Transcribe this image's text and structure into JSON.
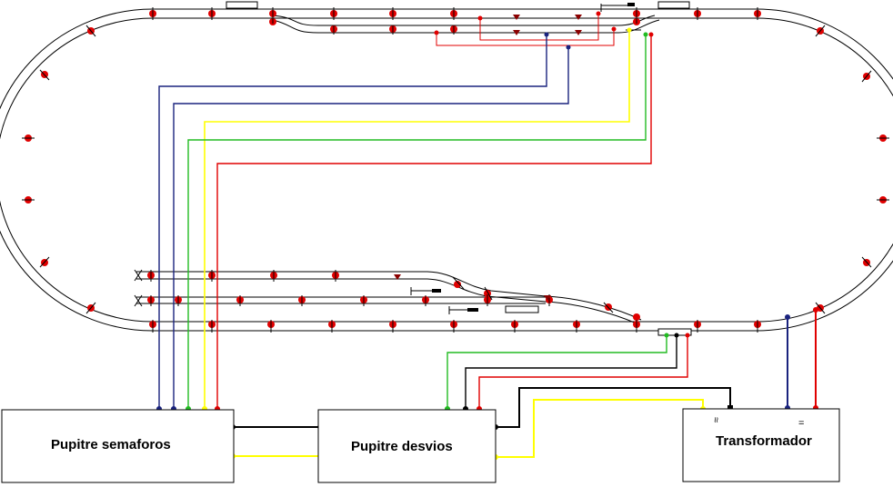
{
  "colors": {
    "background": "#ffffff",
    "track": "#000000",
    "joint": "#e00000",
    "wire_blue": "#1a237e",
    "wire_yellow": "#ffff00",
    "wire_green": "#22bb22",
    "wire_red": "#e00000",
    "wire_black": "#000000"
  },
  "boxes": {
    "semaforos": "Pupitre semaforos",
    "desvios": "Pupitre desvios",
    "transformador": "Transformador"
  },
  "transformer_symbols": {
    "ac": "≈",
    "dc": "="
  },
  "icons": [
    "track-joint-icon",
    "signal-icon",
    "turnout-motor-icon",
    "buffer-stop-icon"
  ]
}
